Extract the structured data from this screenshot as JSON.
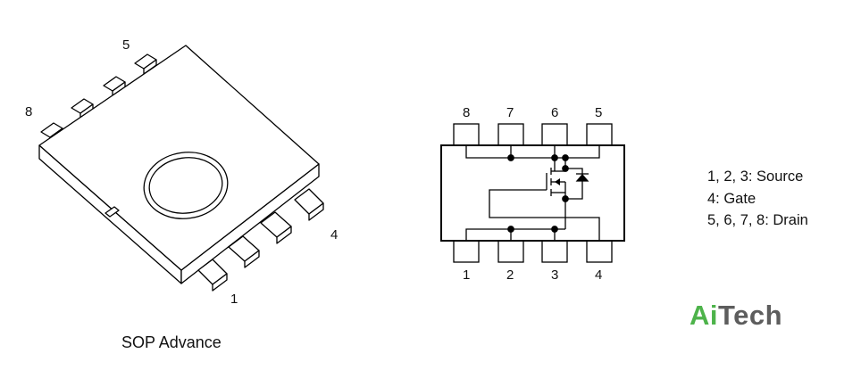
{
  "package": {
    "caption": "SOP Advance",
    "pin_labels": {
      "p5": "5",
      "p8": "8",
      "p4": "4",
      "p1": "1"
    }
  },
  "schematic": {
    "top_pins": [
      "8",
      "7",
      "6",
      "5"
    ],
    "bottom_pins": [
      "1",
      "2",
      "3",
      "4"
    ]
  },
  "pin_functions": [
    "1, 2, 3: Source",
    "4: Gate",
    "5, 6, 7, 8: Drain"
  ],
  "logo": {
    "part1": "Ai",
    "part2": "Tech",
    "colors": {
      "part1": "#4db34a",
      "part2": "#5d5d5d"
    }
  }
}
